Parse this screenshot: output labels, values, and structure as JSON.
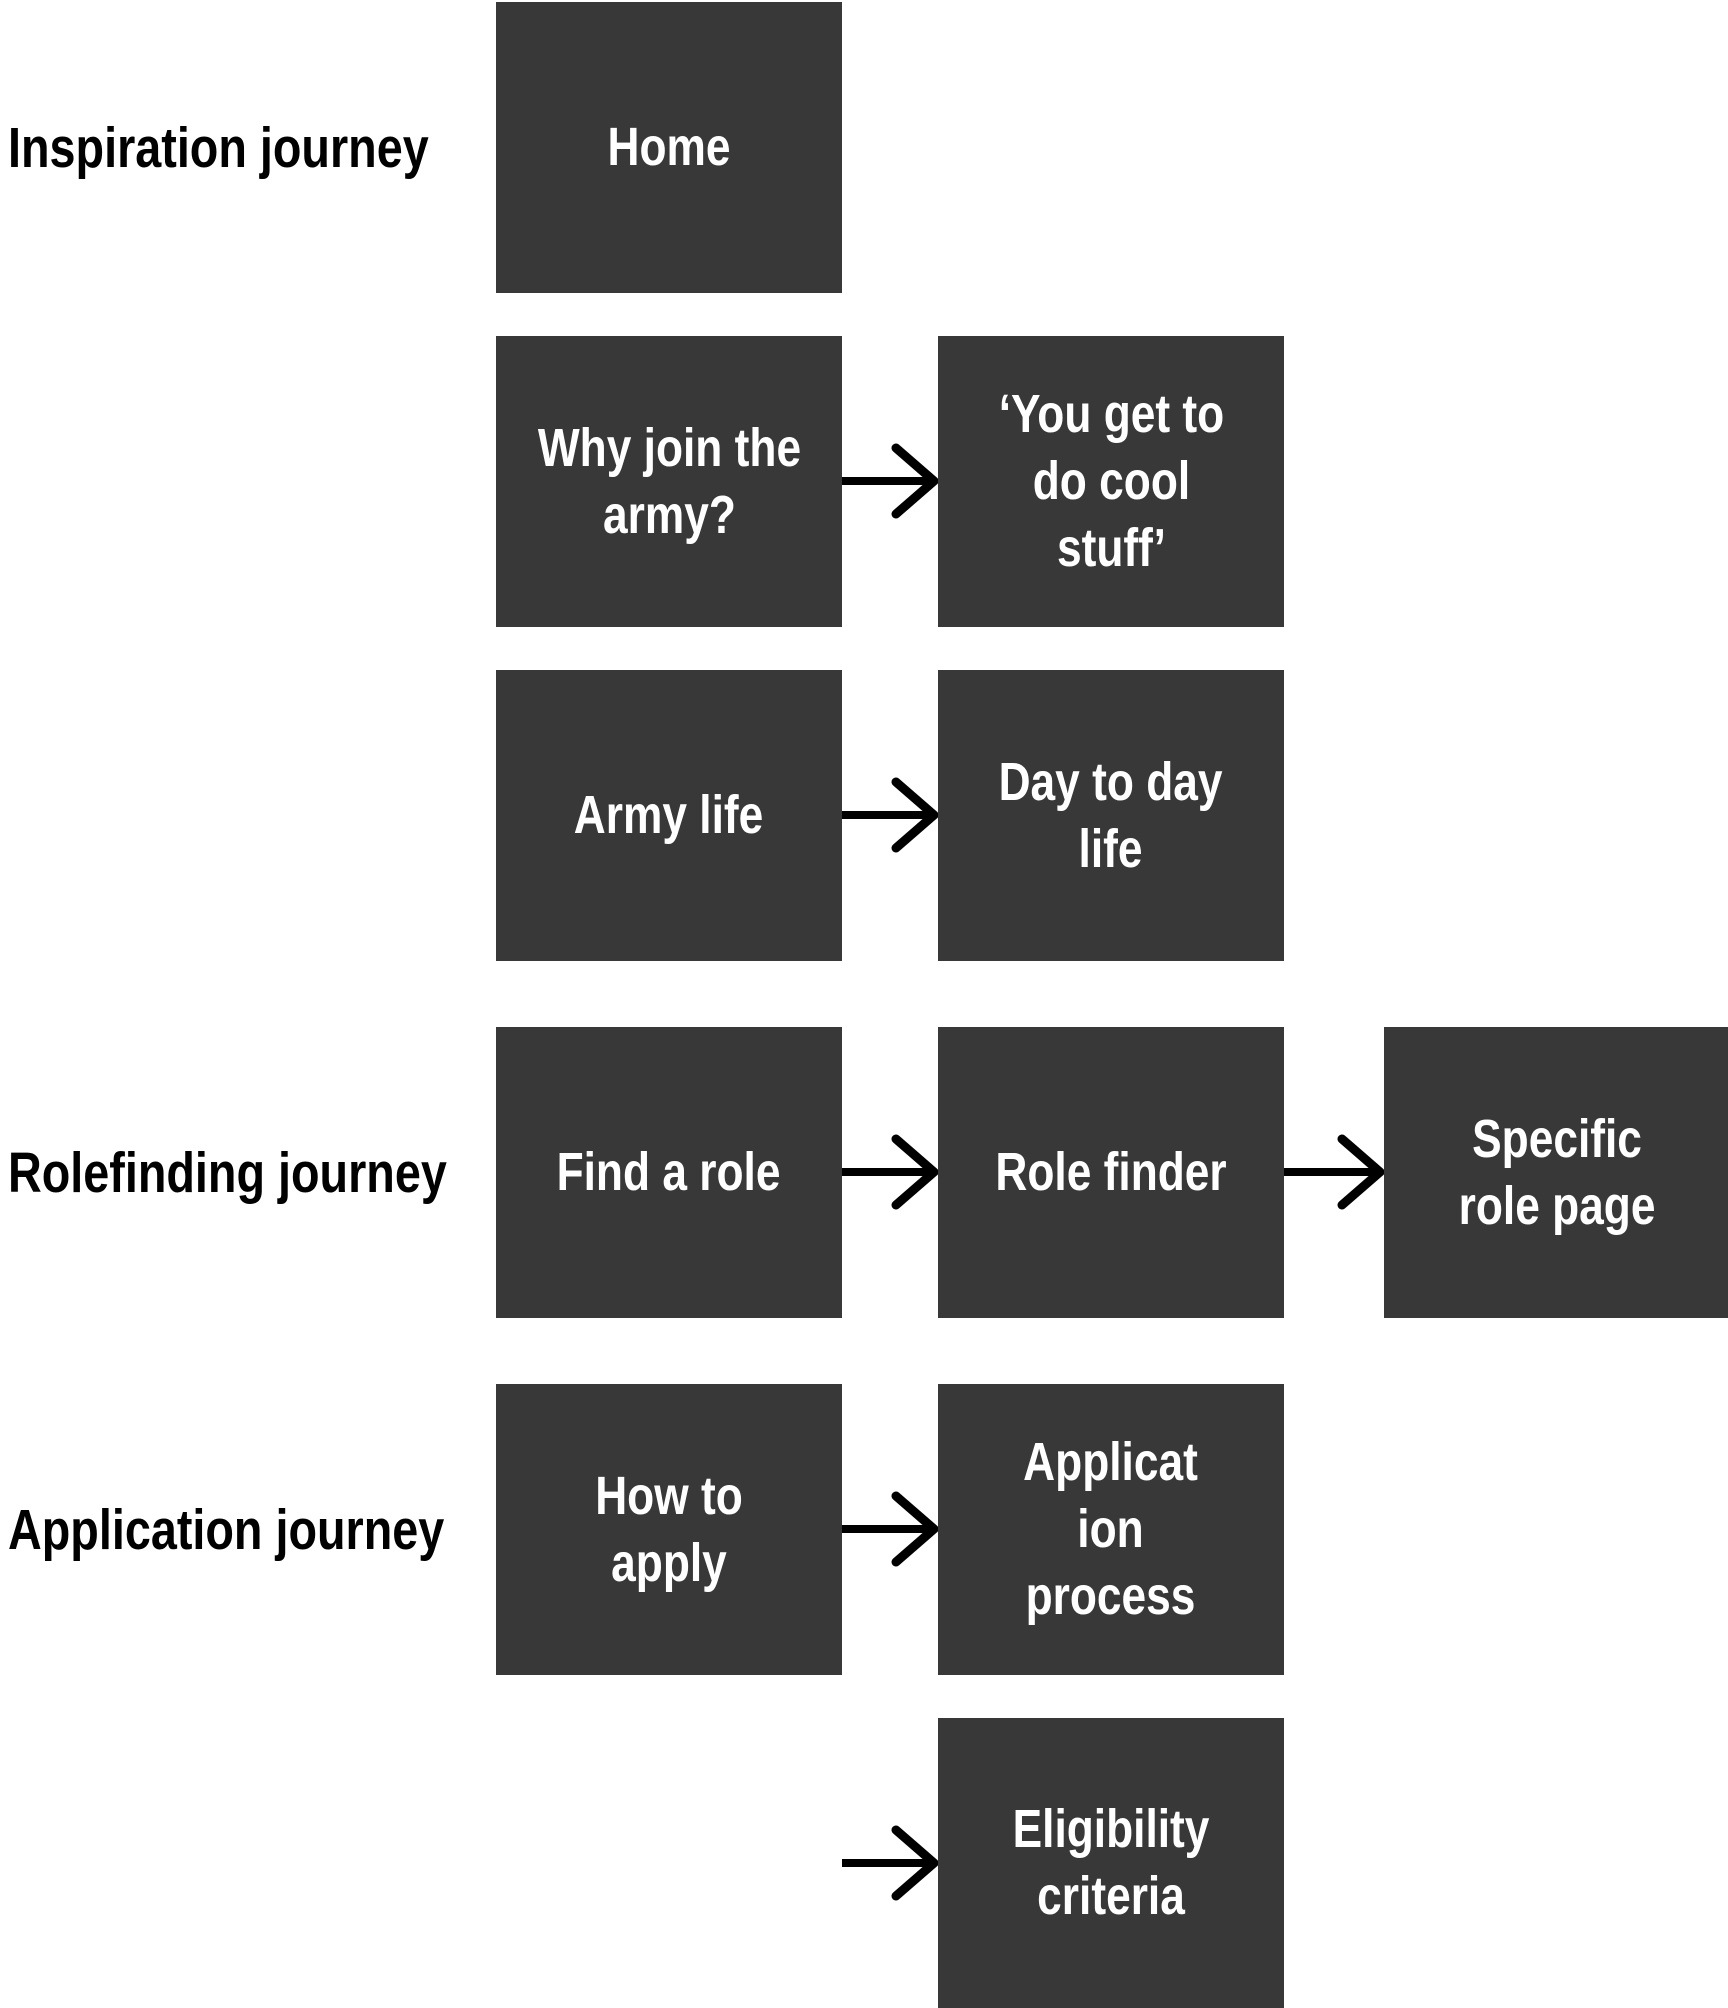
{
  "colors": {
    "canvas-bg": "#ffffff",
    "box-bg": "#383838",
    "box-text": "#ffffff",
    "label-text": "#000000",
    "arrow": "#000000"
  },
  "labels": [
    {
      "text": "Inspiration journey"
    },
    {
      "text": "Rolefinding journey"
    },
    {
      "text": "Application journey"
    }
  ],
  "nodes": [
    {
      "text": "Home"
    },
    {
      "text": "Why join the\narmy?"
    },
    {
      "text": "‘You get to\ndo cool\nstuff’"
    },
    {
      "text": "Army life"
    },
    {
      "text": "Day to day\nlife"
    },
    {
      "text": "Find a role"
    },
    {
      "text": "Role finder"
    },
    {
      "text": "Specific\nrole page"
    },
    {
      "text": "How to\napply"
    },
    {
      "text": "Applicat\nion\nprocess"
    },
    {
      "text": "Eligibility\ncriteria"
    }
  ],
  "connections": [
    {
      "from": "Why join the army?",
      "to": "‘You get to do cool stuff’"
    },
    {
      "from": "Army life",
      "to": "Day to day life"
    },
    {
      "from": "Find a role",
      "to": "Role finder"
    },
    {
      "from": "Role finder",
      "to": "Specific role page"
    },
    {
      "from": "How to apply",
      "to": "Application process"
    },
    {
      "from": "",
      "to": "Eligibility criteria"
    }
  ]
}
